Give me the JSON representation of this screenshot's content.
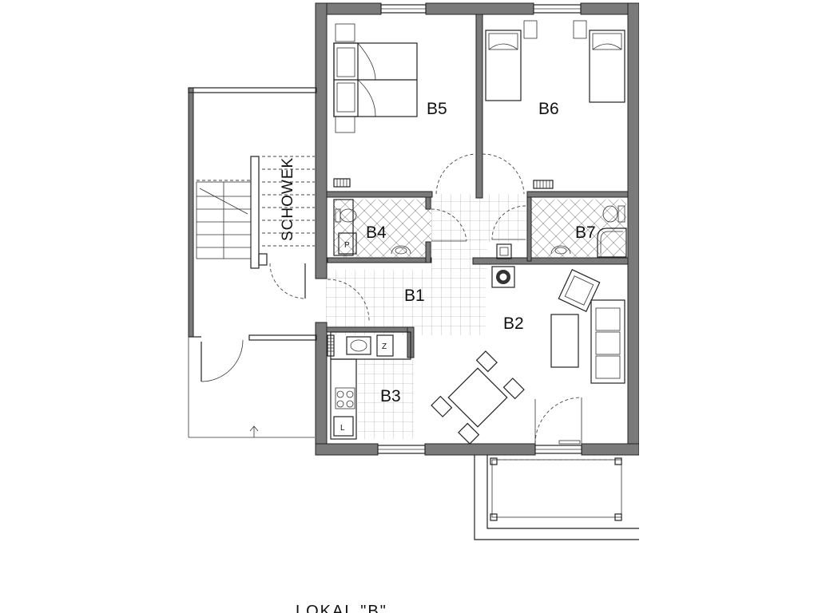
{
  "title": "LOKAL \"B\"",
  "rooms": {
    "b1": "B1",
    "b2": "B2",
    "b3": "B3",
    "b4": "B4",
    "b5": "B5",
    "b6": "B6",
    "b7": "B7",
    "schowek": "SCHOWEK"
  },
  "fixtures": {
    "p": "P",
    "z": "Z",
    "l": "L"
  },
  "colors": {
    "wall": "#7a7a7a",
    "tile_grid": "#9a9a9a",
    "line": "#222222"
  }
}
